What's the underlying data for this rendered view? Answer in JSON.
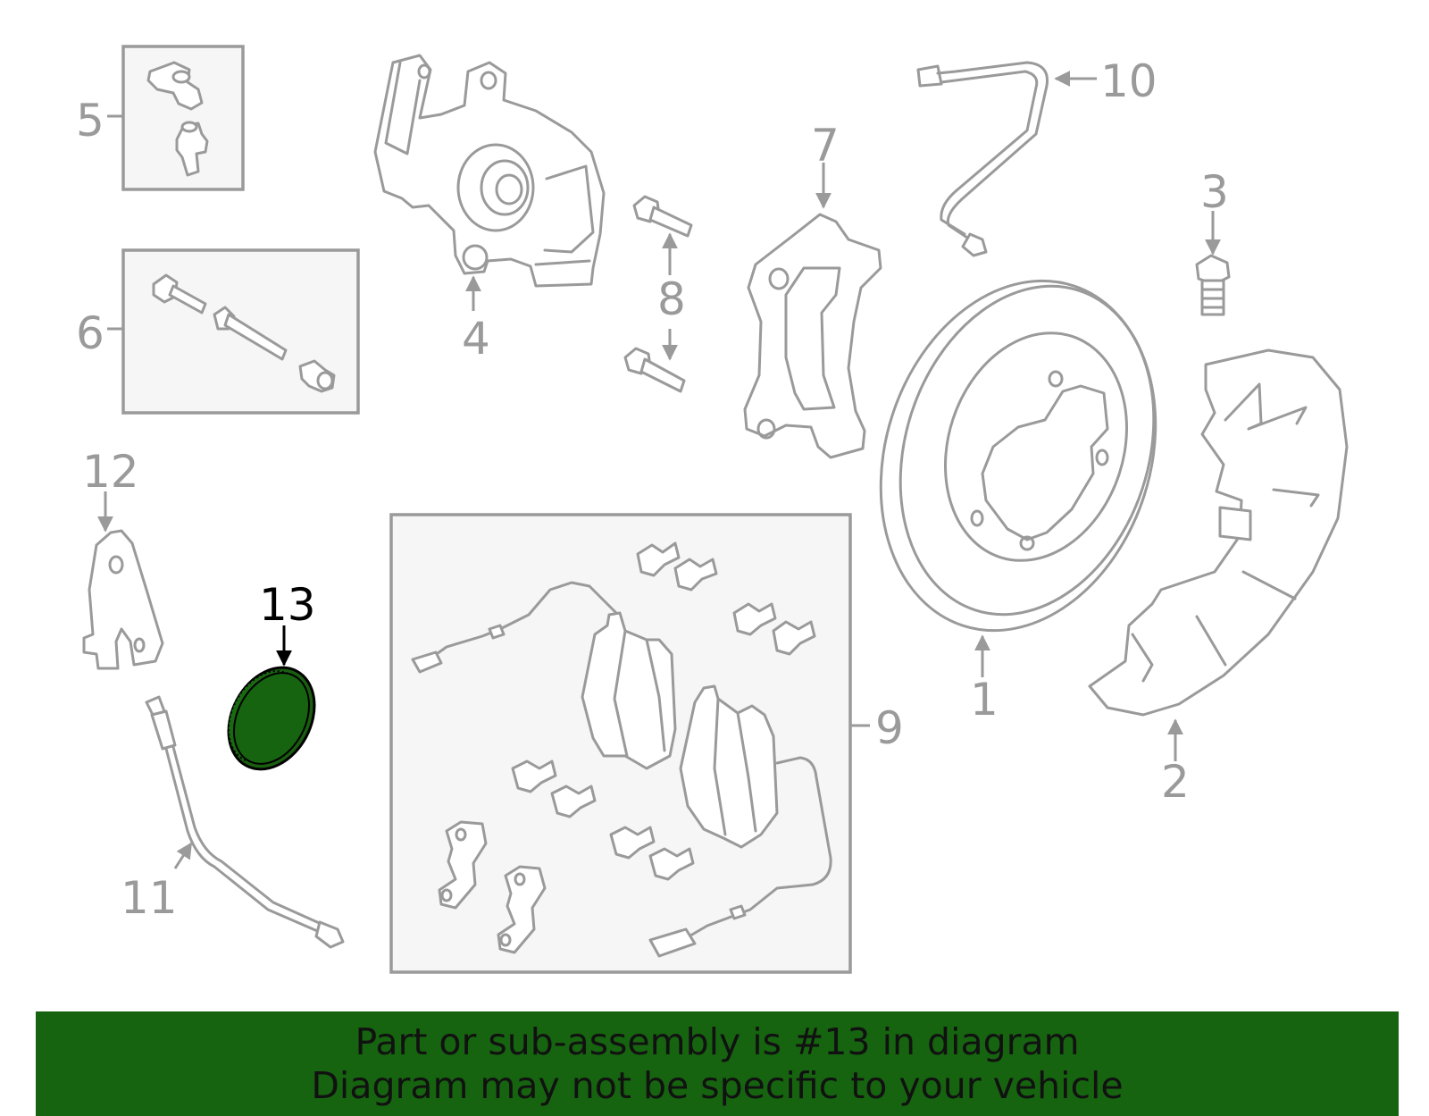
{
  "callouts": {
    "c1": "1",
    "c2": "2",
    "c3": "3",
    "c4": "4",
    "c5": "5",
    "c6": "6",
    "c7": "7",
    "c8": "8",
    "c9": "9",
    "c10": "10",
    "c11": "11",
    "c12": "12",
    "c13": "13"
  },
  "highlight": {
    "part": "13",
    "color": "#166410"
  },
  "banner": {
    "line1": "Part or sub-assembly is #13 in diagram",
    "line2": "Diagram may not be specific to your vehicle",
    "background": "#166410"
  }
}
